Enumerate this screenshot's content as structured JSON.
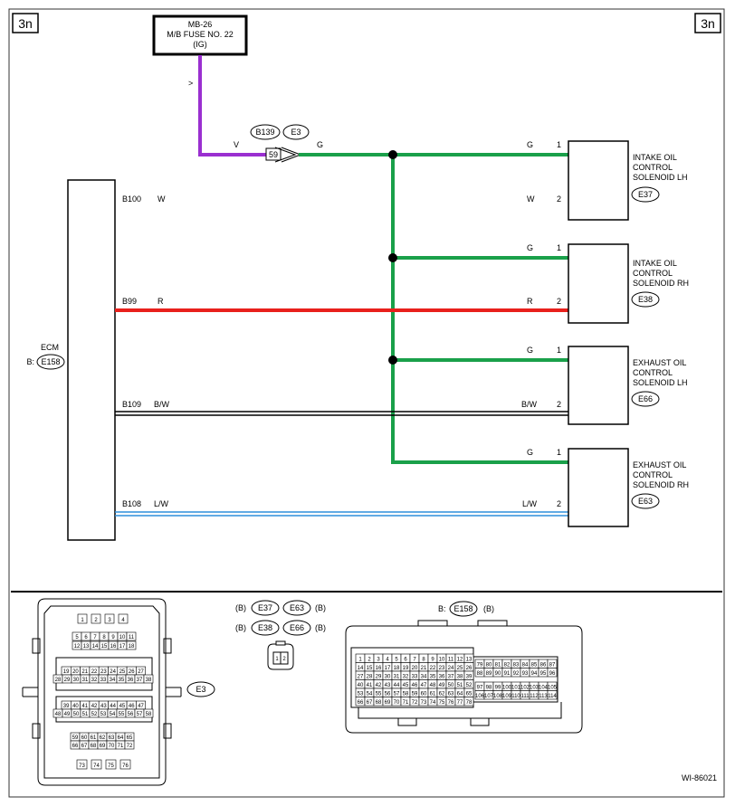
{
  "page_tag": "3n",
  "fuse": {
    "line1": "MB-26",
    "line2": "M/B FUSE NO. 22",
    "line3": "(IG)"
  },
  "fuse_wire_color": "V",
  "fuse_arrow": ">",
  "joint": {
    "c1": "B139",
    "c2": "E3",
    "pin": "59",
    "in_color": "V",
    "out_color": "G"
  },
  "ecm": {
    "name": "ECM",
    "prefix": "B:",
    "connector": "E158"
  },
  "ecm_pins": [
    {
      "pin": "B100",
      "color": "W"
    },
    {
      "pin": "B99",
      "color": "R"
    },
    {
      "pin": "B109",
      "color": "B/W"
    },
    {
      "pin": "B108",
      "color": "L/W"
    }
  ],
  "solenoids": [
    {
      "l1": "INTAKE OIL",
      "l2": "CONTROL",
      "l3": "SOLENOID LH",
      "conn": "E37",
      "p1": "1",
      "c1": "G",
      "p2": "2",
      "c2": "W"
    },
    {
      "l1": "INTAKE OIL",
      "l2": "CONTROL",
      "l3": "SOLENOID RH",
      "conn": "E38",
      "p1": "1",
      "c1": "G",
      "p2": "2",
      "c2": "R"
    },
    {
      "l1": "EXHAUST OIL",
      "l2": "CONTROL",
      "l3": "SOLENOID LH",
      "conn": "E66",
      "p1": "1",
      "c1": "G",
      "p2": "2",
      "c2": "B/W"
    },
    {
      "l1": "EXHAUST OIL",
      "l2": "CONTROL",
      "l3": "SOLENOID RH",
      "conn": "E63",
      "p1": "1",
      "c1": "G",
      "p2": "2",
      "c2": "L/W"
    }
  ],
  "bottom": {
    "e3_label": "E3",
    "mid_b": "(B)",
    "mid_conn_row1": [
      "E37",
      "E63"
    ],
    "mid_conn_row2": [
      "E38",
      "E66"
    ],
    "mid_pins": [
      "1",
      "2"
    ],
    "ecm_prefix": "B:",
    "ecm_conn": "E158",
    "ecm_suffix": "(B)"
  },
  "figure_id": "WI-86021",
  "colors": {
    "green": "#1aa04a",
    "red": "#e8201c",
    "violet": "#9a2fd0",
    "blue": "#2f8fdc"
  }
}
